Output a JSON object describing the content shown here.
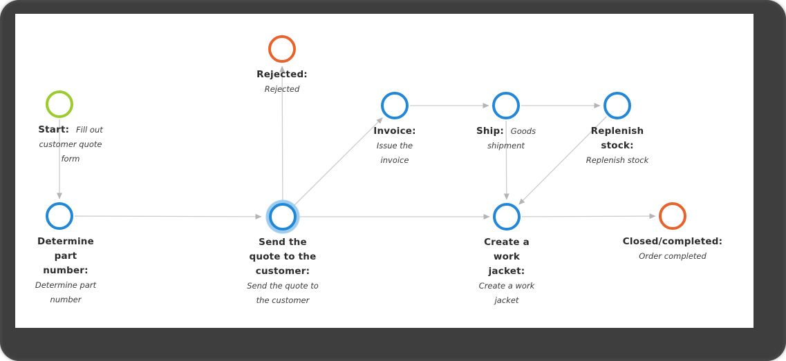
{
  "diagram": {
    "canvas_background": "#ffffff",
    "frame_color": "#3e3e3e",
    "edge_color": "#cccccc",
    "arrow_color": "#b4b4b4",
    "node_colors": {
      "start": "#9ccb2d",
      "activity": "#2387d8",
      "terminal": "#e8632c",
      "highlight_halo": "#9ccdf0"
    },
    "nodes": [
      {
        "id": "start",
        "name": "Start:",
        "desc": "Fill out customer quote form",
        "color": "#9ccb2d",
        "highlighted": false
      },
      {
        "id": "determine",
        "name": "Determine part number:",
        "desc": "Determine part number",
        "color": "#2387d8",
        "highlighted": false
      },
      {
        "id": "rejected",
        "name": "Rejected:",
        "desc": "Rejected",
        "color": "#e8632c",
        "highlighted": false
      },
      {
        "id": "send",
        "name": "Send the quote to the customer:",
        "desc": "Send the quote to the customer",
        "color": "#2387d8",
        "highlighted": true
      },
      {
        "id": "invoice",
        "name": "Invoice:",
        "desc": "Issue the invoice",
        "color": "#2387d8",
        "highlighted": false
      },
      {
        "id": "ship",
        "name": "Ship:",
        "desc": "Goods shipment",
        "color": "#2387d8",
        "highlighted": false
      },
      {
        "id": "replenish",
        "name": "Replenish stock:",
        "desc": "Replenish stock",
        "color": "#2387d8",
        "highlighted": false
      },
      {
        "id": "create",
        "name": "Create a work jacket:",
        "desc": "Create a work jacket",
        "color": "#2387d8",
        "highlighted": false
      },
      {
        "id": "closed",
        "name": "Closed/completed:",
        "desc": "Order completed",
        "color": "#e8632c",
        "highlighted": false
      }
    ],
    "edges": [
      {
        "from": "start",
        "to": "determine"
      },
      {
        "from": "determine",
        "to": "send"
      },
      {
        "from": "send",
        "to": "rejected"
      },
      {
        "from": "send",
        "to": "invoice"
      },
      {
        "from": "send",
        "to": "create"
      },
      {
        "from": "invoice",
        "to": "ship"
      },
      {
        "from": "ship",
        "to": "replenish"
      },
      {
        "from": "ship",
        "to": "create"
      },
      {
        "from": "replenish",
        "to": "create"
      },
      {
        "from": "create",
        "to": "closed"
      }
    ]
  }
}
